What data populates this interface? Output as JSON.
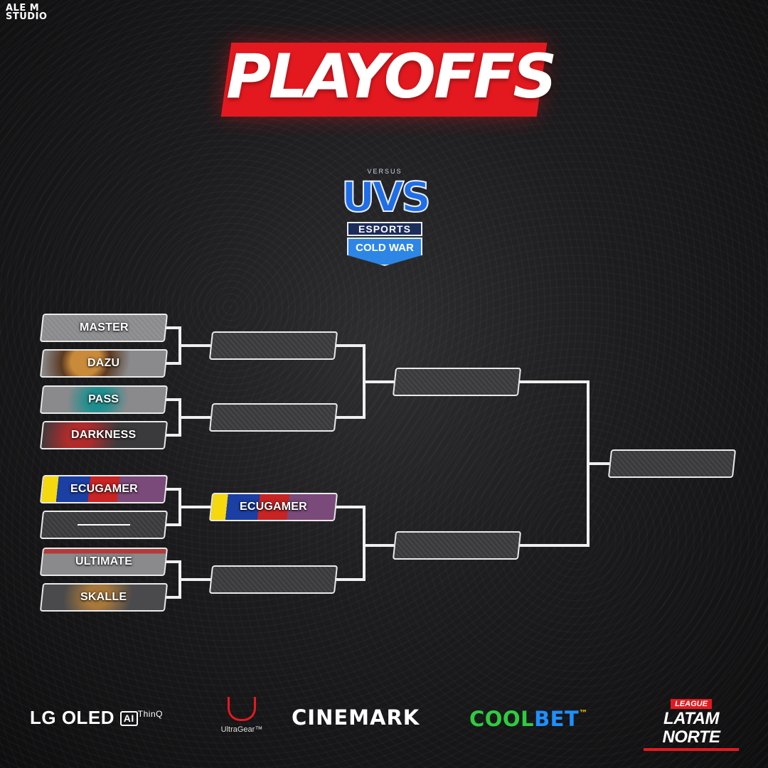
{
  "studio": {
    "line1": "ALE M",
    "line2": "STUDIO"
  },
  "title": "PLAYOFFS",
  "event_logo": {
    "top_label": "VERSUS",
    "mark": "UVS",
    "esports": "ESPORTS",
    "game": "COLD WAR"
  },
  "bracket": {
    "round1": [
      {
        "label": "MASTER"
      },
      {
        "label": "DAZU"
      },
      {
        "label": "PASS"
      },
      {
        "label": "DARKNESS"
      },
      {
        "label": "ECUGAMER"
      },
      {
        "label": ""
      },
      {
        "label": "ULTIMATE"
      },
      {
        "label": "SKALLE"
      }
    ],
    "round2": [
      {
        "label": ""
      },
      {
        "label": ""
      },
      {
        "label": "ECUGAMER"
      },
      {
        "label": ""
      }
    ],
    "round3": [
      {
        "label": ""
      },
      {
        "label": ""
      }
    ],
    "final": {
      "label": ""
    }
  },
  "sponsors": {
    "lg": {
      "brand": "LG OLED",
      "ai": "AI",
      "thinq": "ThinQ"
    },
    "ultragear": {
      "text": "UltraGear™"
    },
    "cinemark": {
      "text": "CINEMARK"
    },
    "coolbet": {
      "c1": "COOL",
      "c2": "BET",
      "tm": "™"
    },
    "latam": {
      "league": "LEAGUE",
      "name": "LATAM NORTE"
    }
  },
  "colors": {
    "accent": "#e4191f",
    "slot_border": "#e9e9e9",
    "event_blue": "#2d86e6"
  }
}
